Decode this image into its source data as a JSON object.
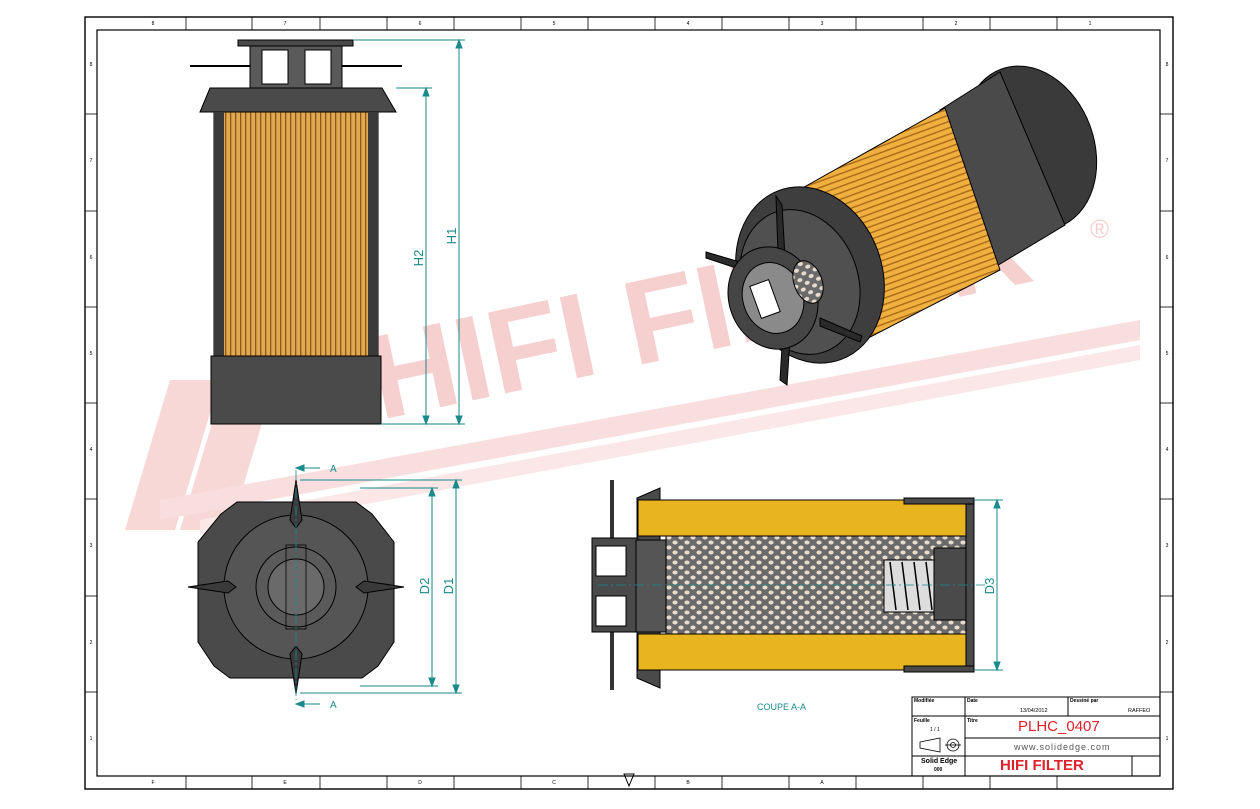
{
  "drawing": {
    "dimension_labels": {
      "h1": "H1",
      "h2": "H2",
      "d1": "D1",
      "d2": "D2",
      "d3": "D3"
    },
    "section_marker": "A",
    "section_caption": "COUPE A-A",
    "watermark": "HIFI FILTER",
    "registered_mark": "®",
    "top_ruler": [
      "8",
      "7",
      "6",
      "5",
      "4",
      "3",
      "2",
      "1"
    ],
    "side_ruler": [
      "8",
      "7",
      "6",
      "5",
      "4",
      "3",
      "2",
      "1"
    ],
    "bottom_ruler": [
      "F",
      "E",
      "D",
      "C",
      "B",
      "A"
    ]
  },
  "title_block": {
    "mod_label": "Modifiée",
    "date_label": "Date",
    "date_value": "13/04/2012",
    "dessine_label": "Dessiné par",
    "dessine_value": "RAFFEO",
    "feuille_label": "Feuille",
    "feuille_value": "1 / 1",
    "titre_label": "Titre",
    "part_number": "PLHC_0407",
    "website": "www.solidedge.com",
    "brand": "HIFI FILTER",
    "software": "Solid Edge",
    "software_sub": "000"
  },
  "colors": {
    "filter_orange": "#d99a3c",
    "section_yellow": "#e8b420",
    "cap_gray": "#4a4a4a",
    "dim_teal": "#1a8a8a",
    "watermark_pink": "#f4c4c4",
    "brand_red": "#e0202a"
  }
}
